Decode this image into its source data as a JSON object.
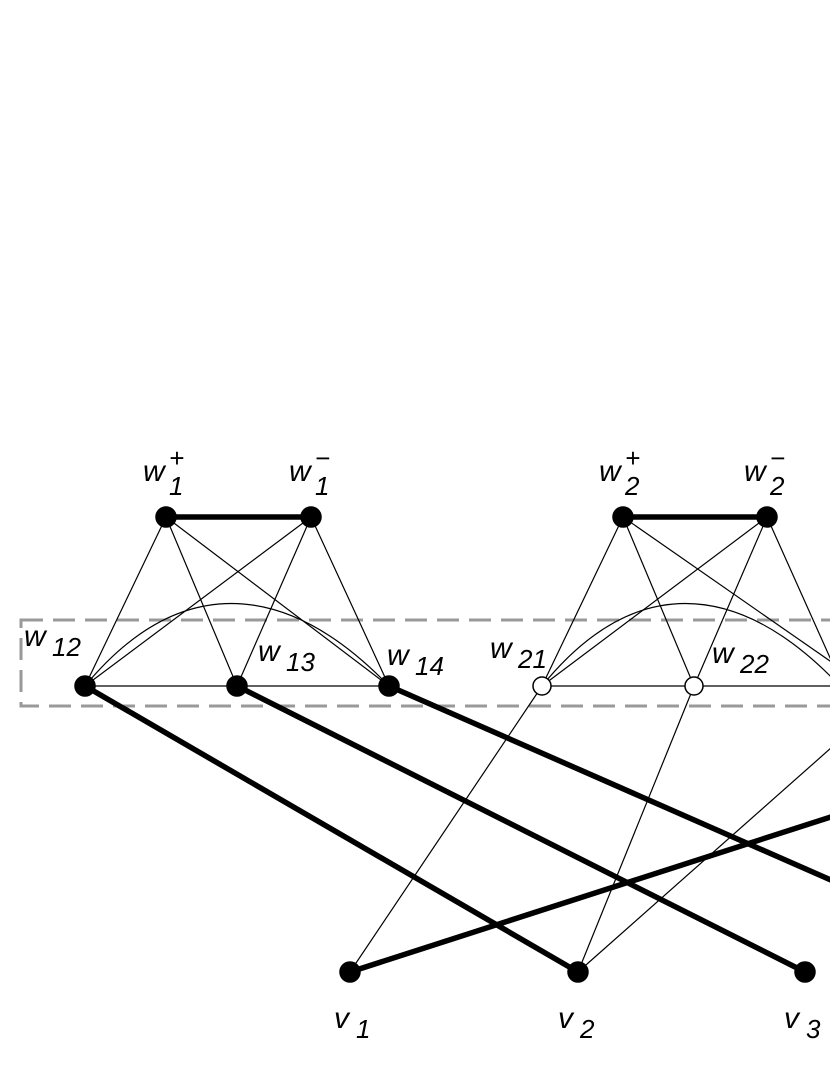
{
  "diagram": {
    "type": "graph",
    "group_boxes": [
      {
        "id": "box1",
        "contains": [
          "w12",
          "w13",
          "w14",
          "w21",
          "w22"
        ]
      }
    ],
    "nodes": [
      {
        "id": "w1p",
        "base": "w",
        "sub": "1",
        "sup": "+",
        "style": "filled"
      },
      {
        "id": "w1m",
        "base": "w",
        "sub": "1",
        "sup": "−",
        "style": "filled"
      },
      {
        "id": "w2p",
        "base": "w",
        "sub": "2",
        "sup": "+",
        "style": "filled"
      },
      {
        "id": "w2m",
        "base": "w",
        "sub": "2",
        "sup": "−",
        "style": "filled"
      },
      {
        "id": "w12",
        "base": "w",
        "sub": "12",
        "sup": "",
        "style": "filled"
      },
      {
        "id": "w13",
        "base": "w",
        "sub": "13",
        "sup": "",
        "style": "filled"
      },
      {
        "id": "w14",
        "base": "w",
        "sub": "14",
        "sup": "",
        "style": "filled"
      },
      {
        "id": "w21",
        "base": "w",
        "sub": "21",
        "sup": "",
        "style": "open"
      },
      {
        "id": "w22",
        "base": "w",
        "sub": "22",
        "sup": "",
        "style": "open"
      },
      {
        "id": "v1",
        "base": "v",
        "sub": "1",
        "sup": "",
        "style": "filled"
      },
      {
        "id": "v2",
        "base": "v",
        "sub": "2",
        "sup": "",
        "style": "filled"
      },
      {
        "id": "v3",
        "base": "v",
        "sub": "3",
        "sup": "",
        "style": "filled"
      }
    ],
    "edges": [
      {
        "from": "w1p",
        "to": "w1m",
        "weight": "bold"
      },
      {
        "from": "w1p",
        "to": "w12",
        "weight": "thin"
      },
      {
        "from": "w1p",
        "to": "w13",
        "weight": "thin"
      },
      {
        "from": "w1p",
        "to": "w14",
        "weight": "thin"
      },
      {
        "from": "w1m",
        "to": "w12",
        "weight": "thin"
      },
      {
        "from": "w1m",
        "to": "w13",
        "weight": "thin"
      },
      {
        "from": "w1m",
        "to": "w14",
        "weight": "thin"
      },
      {
        "from": "w12",
        "to": "w14",
        "weight": "thin"
      },
      {
        "from": "w12",
        "to": "w14",
        "weight": "thin",
        "curved": true
      },
      {
        "from": "w12",
        "to": "v2",
        "weight": "bold"
      },
      {
        "from": "w13",
        "to": "v3",
        "weight": "bold"
      },
      {
        "from": "w14",
        "to": "offscreen-right",
        "weight": "bold"
      },
      {
        "from": "w2p",
        "to": "w2m",
        "weight": "bold"
      },
      {
        "from": "w2p",
        "to": "w21",
        "weight": "thin"
      },
      {
        "from": "w2p",
        "to": "w22",
        "weight": "thin"
      },
      {
        "from": "w2p",
        "to": "offscreen-right",
        "weight": "thin"
      },
      {
        "from": "w2m",
        "to": "w21",
        "weight": "thin"
      },
      {
        "from": "w2m",
        "to": "w22",
        "weight": "thin"
      },
      {
        "from": "w2m",
        "to": "offscreen-right",
        "weight": "thin"
      },
      {
        "from": "w21",
        "to": "offscreen-right",
        "weight": "thin"
      },
      {
        "from": "w21",
        "to": "offscreen-right",
        "weight": "thin",
        "curved": true
      },
      {
        "from": "w21",
        "to": "v1",
        "weight": "thin"
      },
      {
        "from": "w22",
        "to": "v2",
        "weight": "thin"
      },
      {
        "from": "v1",
        "to": "offscreen-right",
        "weight": "bold"
      },
      {
        "from": "v2",
        "to": "offscreen-right",
        "weight": "thin"
      }
    ]
  }
}
